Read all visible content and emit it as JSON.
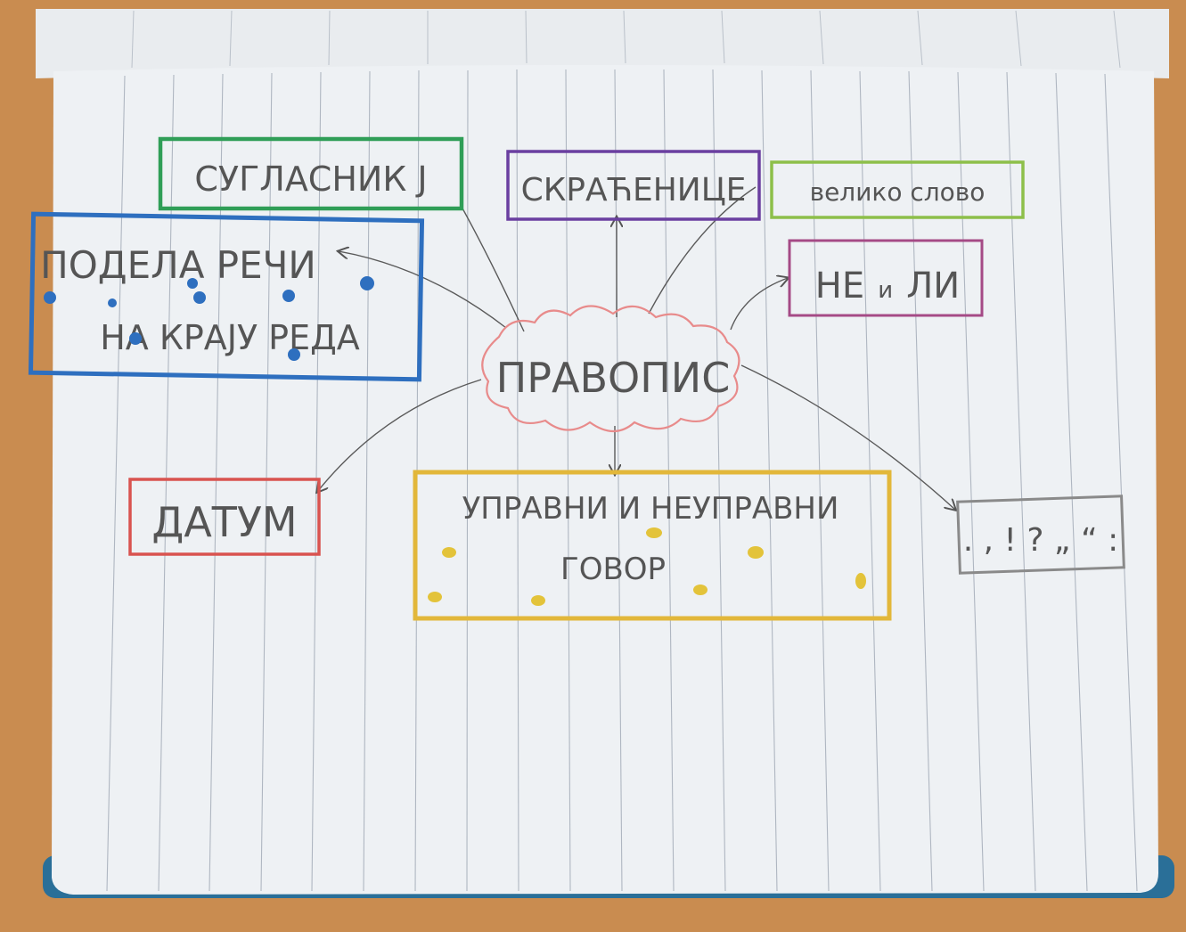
{
  "center": {
    "label": "ПРАВОПИС"
  },
  "nodes": {
    "suglasnik": {
      "label": "СУГЛАСНИК Ј",
      "color": "#2f9e57"
    },
    "skracenice": {
      "label": "СКРАЋЕНИЦЕ",
      "color": "#6a3fa0"
    },
    "veliko": {
      "label": "велико слово",
      "color": "#8dbf4a"
    },
    "podela": {
      "line1": "ПОДЕЛА РЕЧИ",
      "line2": "НА КРАЈУ РЕДА",
      "color": "#2e6fbf"
    },
    "neli": {
      "label_a": "НЕ",
      "label_b": "и",
      "label_c": "ЛИ",
      "color": "#a54a86"
    },
    "datum": {
      "label": "ДАТУМ",
      "color": "#d9534f"
    },
    "govor": {
      "line1": "УПРАВНИ И НЕУПРАВНИ",
      "line2": "ГОВОР",
      "color": "#e2b73a"
    },
    "interp": {
      "label": ". , ! ? „ “ :",
      "color": "#8a8a8a"
    }
  },
  "colors": {
    "paper": "#eef1f4",
    "rule_line": "#9aa3b0",
    "desk": "#c98c50",
    "cover": "#2a6f98",
    "cloud": "#e88b8b",
    "pencil": "#5a5a5a",
    "blue_dot": "#2e6fbf",
    "yellow_dot": "#e3c33a"
  }
}
